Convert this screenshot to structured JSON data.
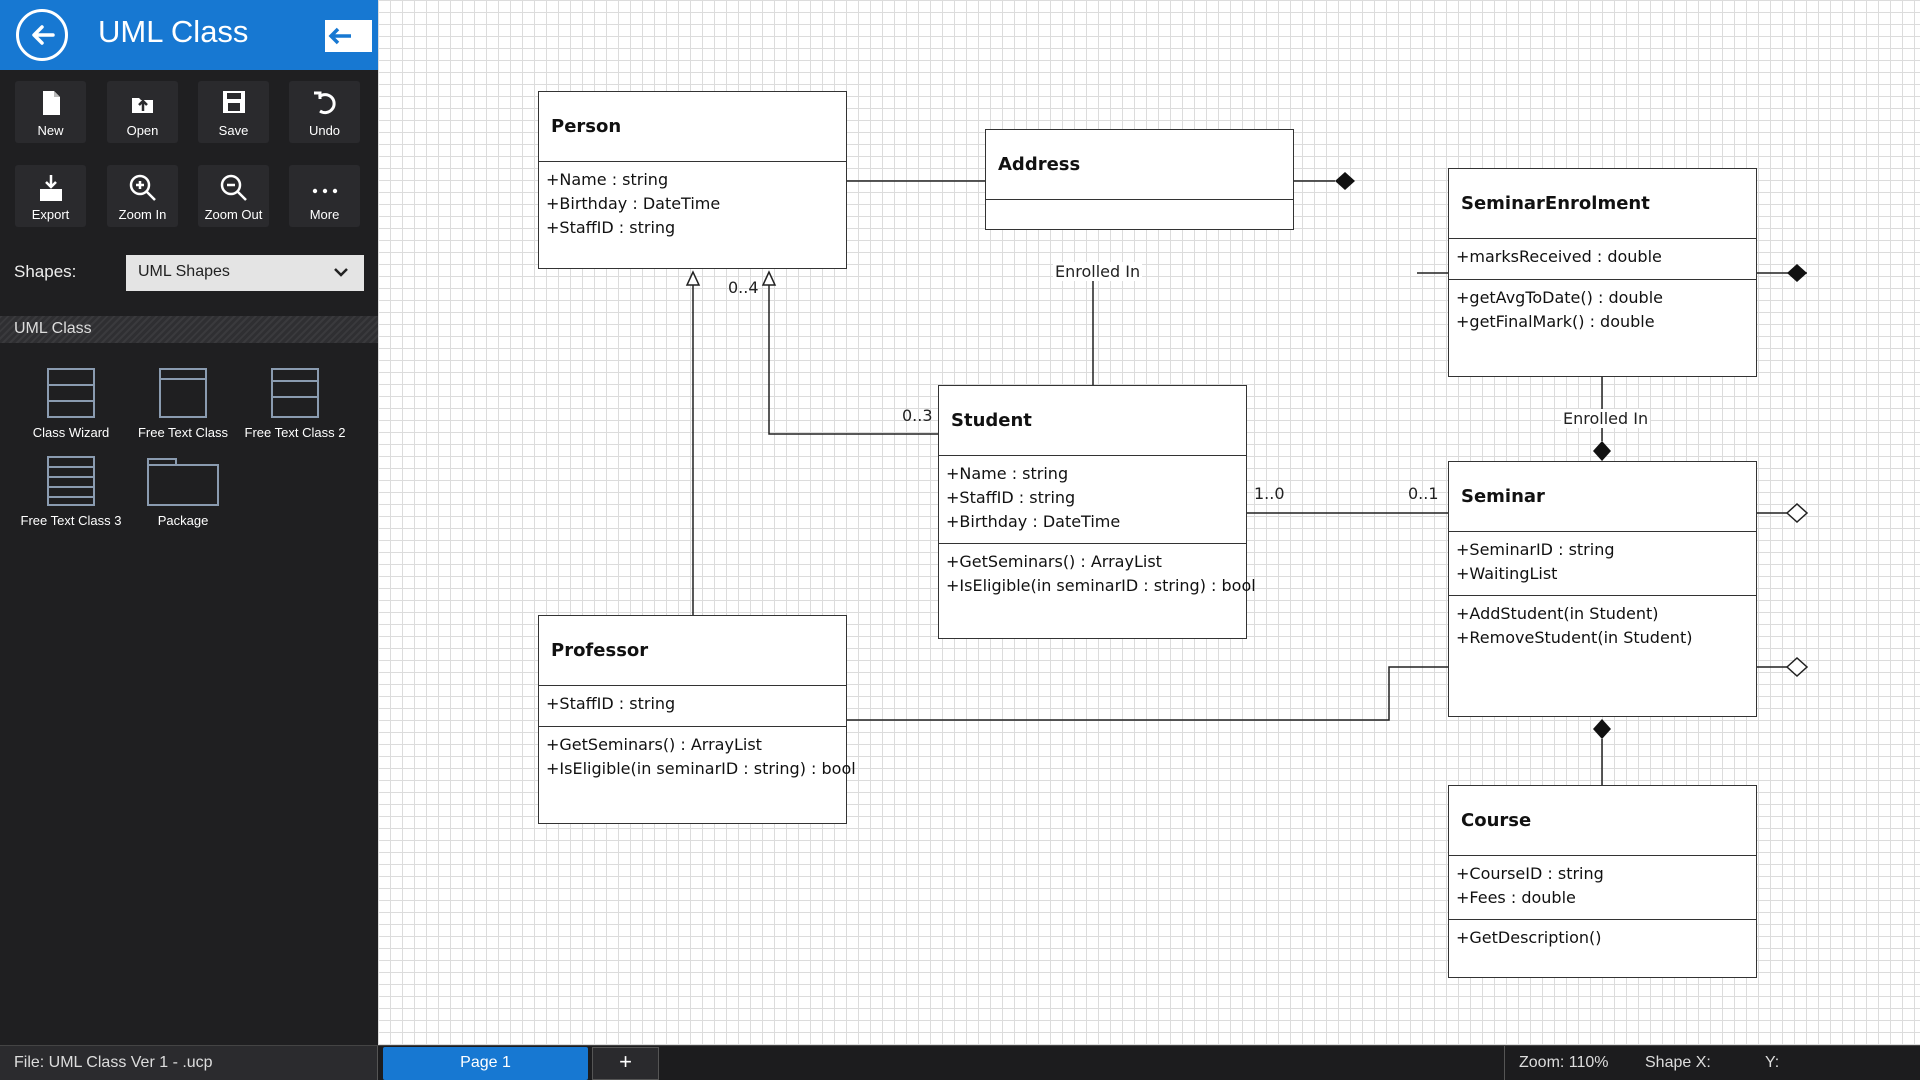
{
  "app": {
    "title": "UML Class"
  },
  "toolbar": {
    "row1": [
      {
        "label": "New",
        "icon": "new-file-icon"
      },
      {
        "label": "Open",
        "icon": "open-icon"
      },
      {
        "label": "Save",
        "icon": "save-icon"
      },
      {
        "label": "Undo",
        "icon": "undo-icon"
      }
    ],
    "row2": [
      {
        "label": "Export",
        "icon": "export-icon"
      },
      {
        "label": "Zoom In",
        "icon": "zoom-in-icon"
      },
      {
        "label": "Zoom Out",
        "icon": "zoom-out-icon"
      },
      {
        "label": "More",
        "icon": "more-icon"
      }
    ]
  },
  "shapes": {
    "label": "Shapes:",
    "selected": "UML Shapes"
  },
  "palette": {
    "header": "UML Class",
    "items": [
      "Class Wizard",
      "Free Text Class",
      "Free Text Class 2",
      "Free Text Class 3",
      "Package"
    ]
  },
  "diagram": {
    "classes": {
      "person": {
        "name": "Person",
        "attributes": [
          "+Name : string",
          "+Birthday : DateTime",
          "+StaffID : string"
        ]
      },
      "address": {
        "name": "Address"
      },
      "seminar_enrolment": {
        "name": "SeminarEnrolment",
        "attributes": [
          "+marksReceived : double"
        ],
        "methods": [
          "+getAvgToDate() : double",
          "+getFinalMark() : double"
        ]
      },
      "student": {
        "name": "Student",
        "attributes": [
          "+Name : string",
          "+StaffID : string",
          "+Birthday : DateTime"
        ],
        "methods": [
          "+GetSeminars() : ArrayList",
          "+IsEligible(in seminarID : string) : bool"
        ]
      },
      "seminar": {
        "name": "Seminar",
        "attributes": [
          "+SeminarID : string",
          "+WaitingList"
        ],
        "methods": [
          "+AddStudent(in Student)",
          "+RemoveStudent(in Student)"
        ]
      },
      "professor": {
        "name": "Professor",
        "attributes": [
          "+StaffID : string"
        ],
        "methods": [
          "+GetSeminars() : ArrayList",
          "+IsEligible(in seminarID : string) : bool"
        ]
      },
      "course": {
        "name": "Course",
        "attributes": [
          "+CourseID : string",
          "+Fees : double"
        ],
        "methods": [
          "+GetDescription()"
        ]
      }
    },
    "labels": {
      "enrolled_in_top": "Enrolled In",
      "enrolled_in_right": "Enrolled In",
      "mult_person": "0..4",
      "mult_student_person": "0..3",
      "mult_student_seminar": "1..0",
      "mult_seminar": "0..1"
    }
  },
  "status": {
    "file": "File:  UML Class Ver 1 - .ucp",
    "page_tab": "Page 1",
    "add_page": "+",
    "zoom": "Zoom:  110%",
    "shape_x": "Shape X:",
    "shape_y": "Y:"
  },
  "colors": {
    "accent": "#1778d2",
    "sidebar": "#1f1f21",
    "canvas": "#ffffff"
  }
}
